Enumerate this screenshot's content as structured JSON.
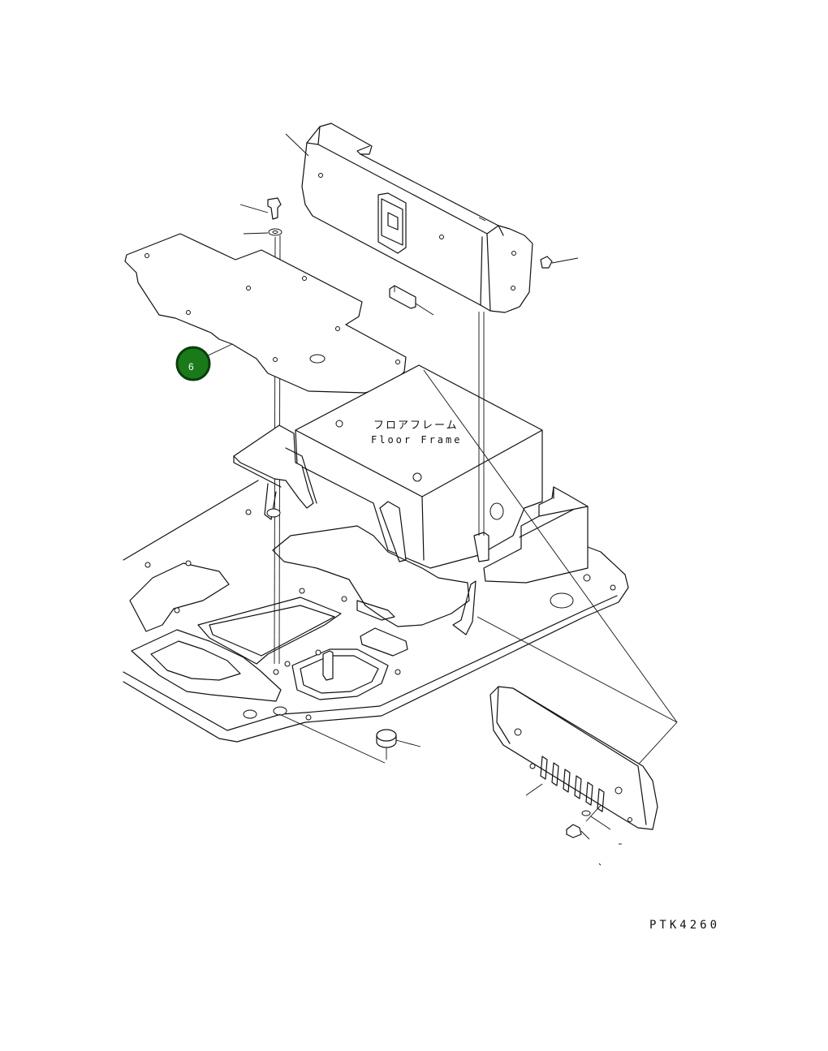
{
  "diagram": {
    "floor_frame_label_jp": "フロアフレーム",
    "floor_frame_label_en": "Floor Frame",
    "drawing_code": "PTK4260",
    "callout": {
      "number": "6",
      "color": "#1a7a1a",
      "ring_color": "#0b3d0b"
    }
  }
}
